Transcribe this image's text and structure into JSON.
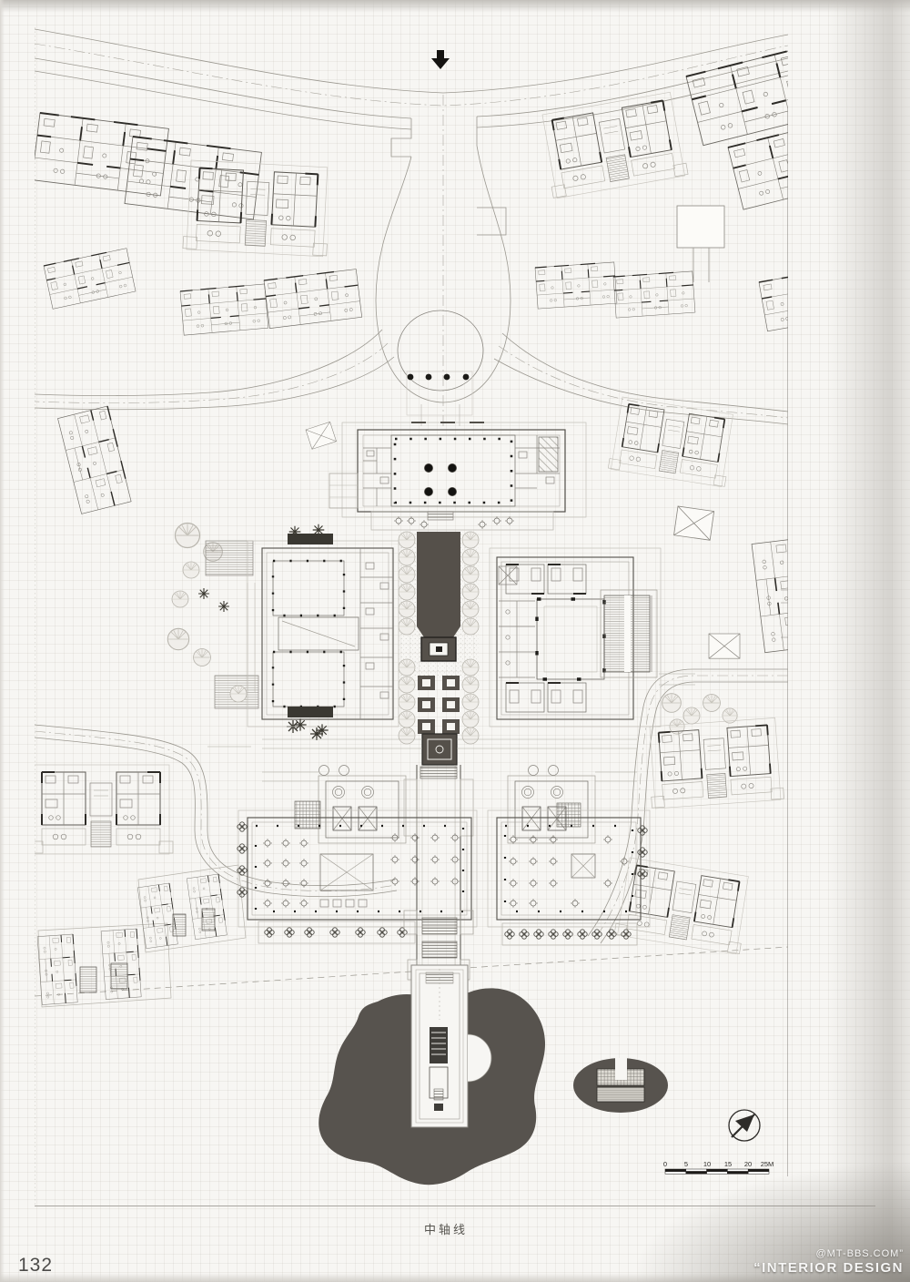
{
  "page": {
    "number": "132",
    "caption": "中轴线"
  },
  "watermark": {
    "line1": "@MT-BBS.COM”",
    "line2": "“INTERIOR DESIGN"
  },
  "plan": {
    "scale_bar": {
      "labels": [
        "0",
        "5",
        "10",
        "15",
        "20",
        "25M"
      ]
    }
  }
}
